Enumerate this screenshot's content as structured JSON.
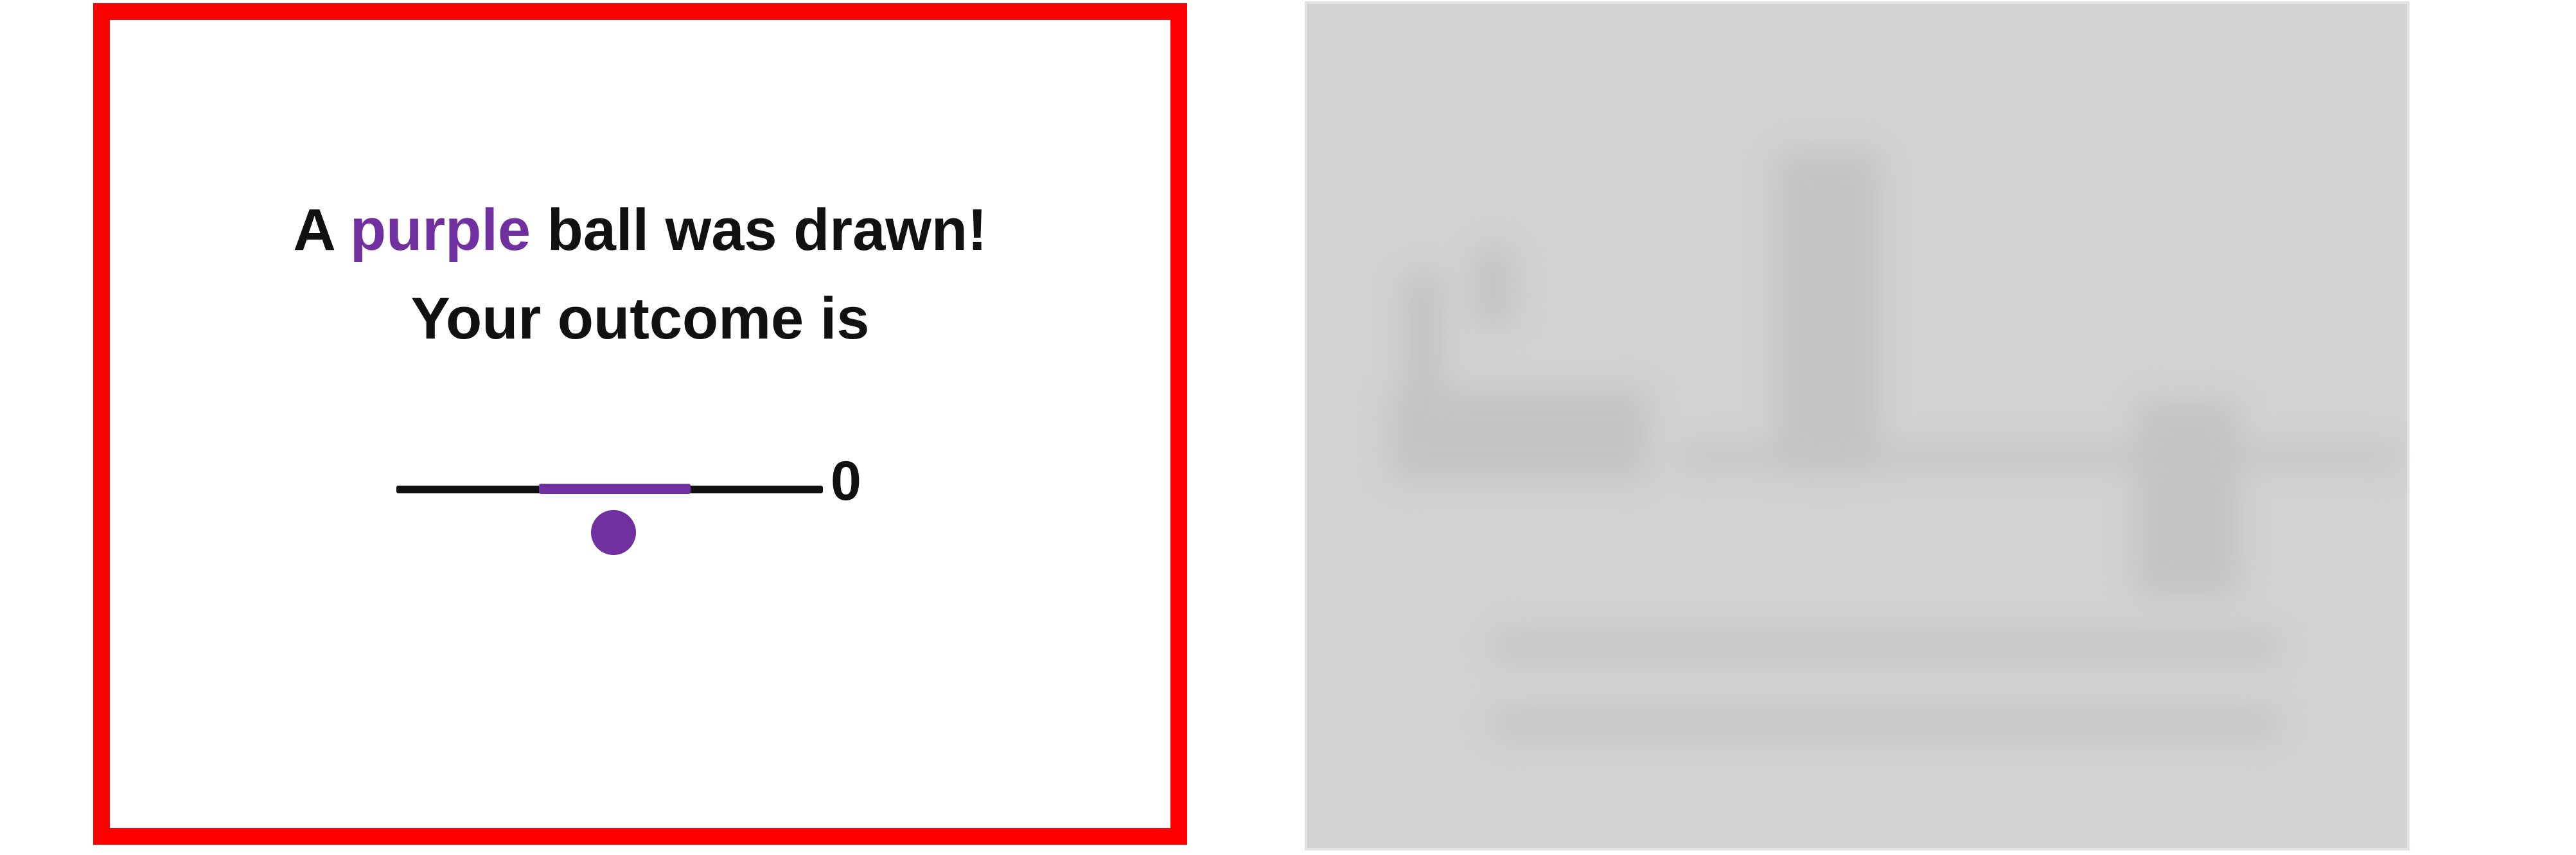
{
  "trial": {
    "headline_prefix": "A ",
    "ball_color_word": "purple",
    "headline_suffix": " ball was drawn!",
    "outcome_text": "Your outcome is",
    "outcome_value": "0"
  },
  "colors": {
    "highlight_border": "#ff0000",
    "ball": "#7030a0",
    "scale_track": "#111111",
    "obscured_panel": "#d3d1d3"
  }
}
